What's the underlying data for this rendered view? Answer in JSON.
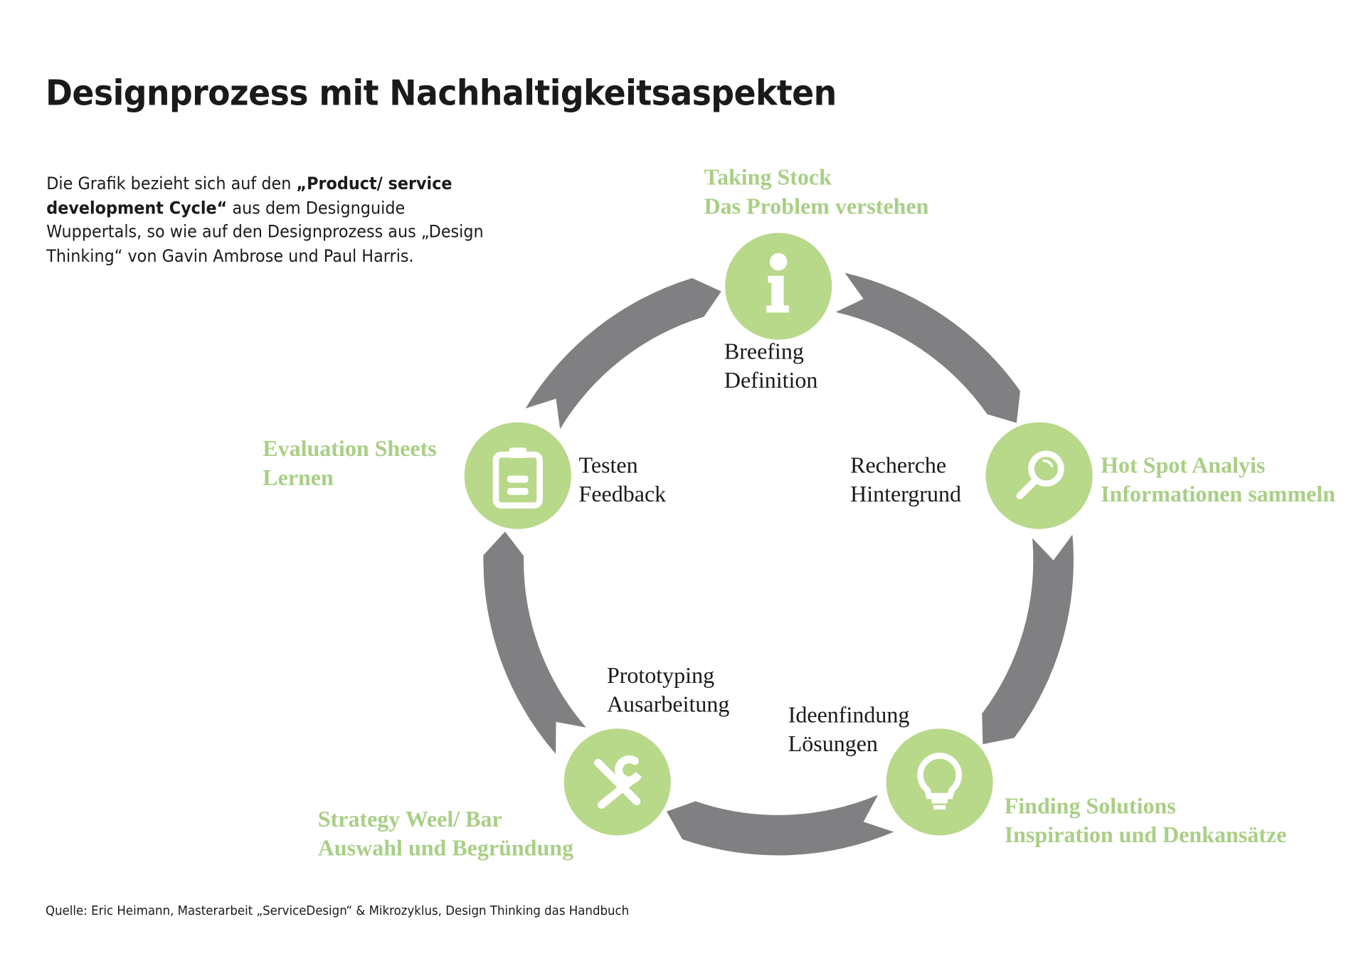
{
  "title": "Designprozess mit Nachhaltigkeitsaspekten",
  "intro": {
    "part1": "Die Grafik bezieht sich auf den ",
    "bold": "„Product/ service development Cycle“",
    "part2": " aus dem Designguide Wuppertals, so wie auf den Designprozess aus „Design Thinking“ von Gavin Ambrose und Paul Harris."
  },
  "colors": {
    "green": "#b8d88a",
    "green_text": "#a9cf86",
    "arrow": "#808083"
  },
  "stages": [
    {
      "icon": "info-icon",
      "inner": [
        "Breefing",
        "Definition"
      ],
      "outer": [
        "Taking Stock",
        "Das Problem verstehen"
      ]
    },
    {
      "icon": "magnifier-icon",
      "inner": [
        "Recherche",
        "Hintergrund"
      ],
      "outer": [
        "Hot Spot Analyis",
        "Informationen sammeln"
      ]
    },
    {
      "icon": "lightbulb-icon",
      "inner": [
        "Ideenfindung",
        "Lösungen"
      ],
      "outer": [
        "Finding Solutions",
        "Inspiration und Denkansätze"
      ]
    },
    {
      "icon": "tools-icon",
      "inner": [
        "Prototyping",
        "Ausarbeitung"
      ],
      "outer": [
        "Strategy Weel/ Bar",
        "Auswahl und Begründung"
      ]
    },
    {
      "icon": "clipboard-icon",
      "inner": [
        "Testen",
        "Feedback"
      ],
      "outer": [
        "Evaluation Sheets",
        "Lernen"
      ]
    }
  ],
  "footer": "Quelle: Eric Heimann, Masterarbeit „ServiceDesign“ & Mikrozyklus, Design Thinking das Handbuch"
}
